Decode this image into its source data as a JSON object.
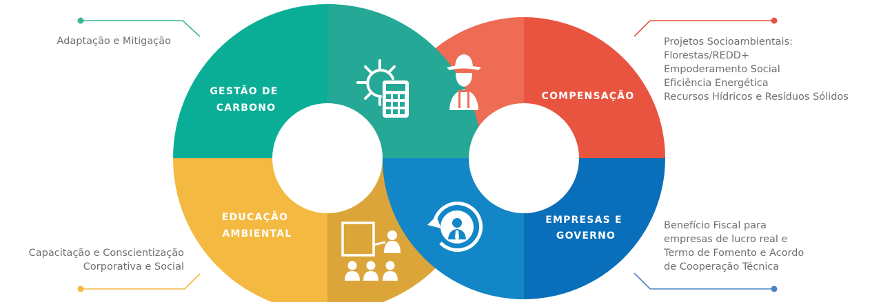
{
  "sections": {
    "carbono": {
      "label_lines": [
        "GESTÃO DE",
        "CARBONO"
      ],
      "color": "#0aae96",
      "color_alt": "#25a896",
      "icon": "sun-calculator-icon"
    },
    "compensacao": {
      "label_lines": [
        "COMPENSAÇÃO"
      ],
      "color": "#e95440",
      "color_alt": "#ee6b54",
      "icon": "farmer-icon"
    },
    "educacao": {
      "label_lines": [
        "EDUCAÇÃO",
        "AMBIENTAL"
      ],
      "color": "#f4b941",
      "color_alt": "#dba53a",
      "icon": "presentation-icon"
    },
    "empresas": {
      "label_lines": [
        "EMPRESAS E",
        "GOVERNO"
      ],
      "color": "#0a6fba",
      "color_alt": "#1386c7",
      "icon": "person-refresh-icon"
    }
  },
  "annotations": {
    "top_left": {
      "lines": [
        "Adaptação e Mitigação"
      ],
      "color": "#37b594"
    },
    "top_right": {
      "lines": [
        "Projetos Socioambientais:",
        "Florestas/REDD+",
        "Empoderamento Social",
        "Eficiência Energética",
        "Recursos Hídricos e Resíduos Sólidos"
      ],
      "color": "#e95440"
    },
    "bottom_left": {
      "lines": [
        "Capacitação e Conscientização",
        "Corporativa e Social"
      ],
      "color": "#f4b941"
    },
    "bottom_right": {
      "lines": [
        "Benefício Fiscal para",
        "empresas de lucro real e",
        "Termo de Fomento e Acordo",
        "de Cooperação Técnica"
      ],
      "color": "#4a83c4"
    }
  }
}
